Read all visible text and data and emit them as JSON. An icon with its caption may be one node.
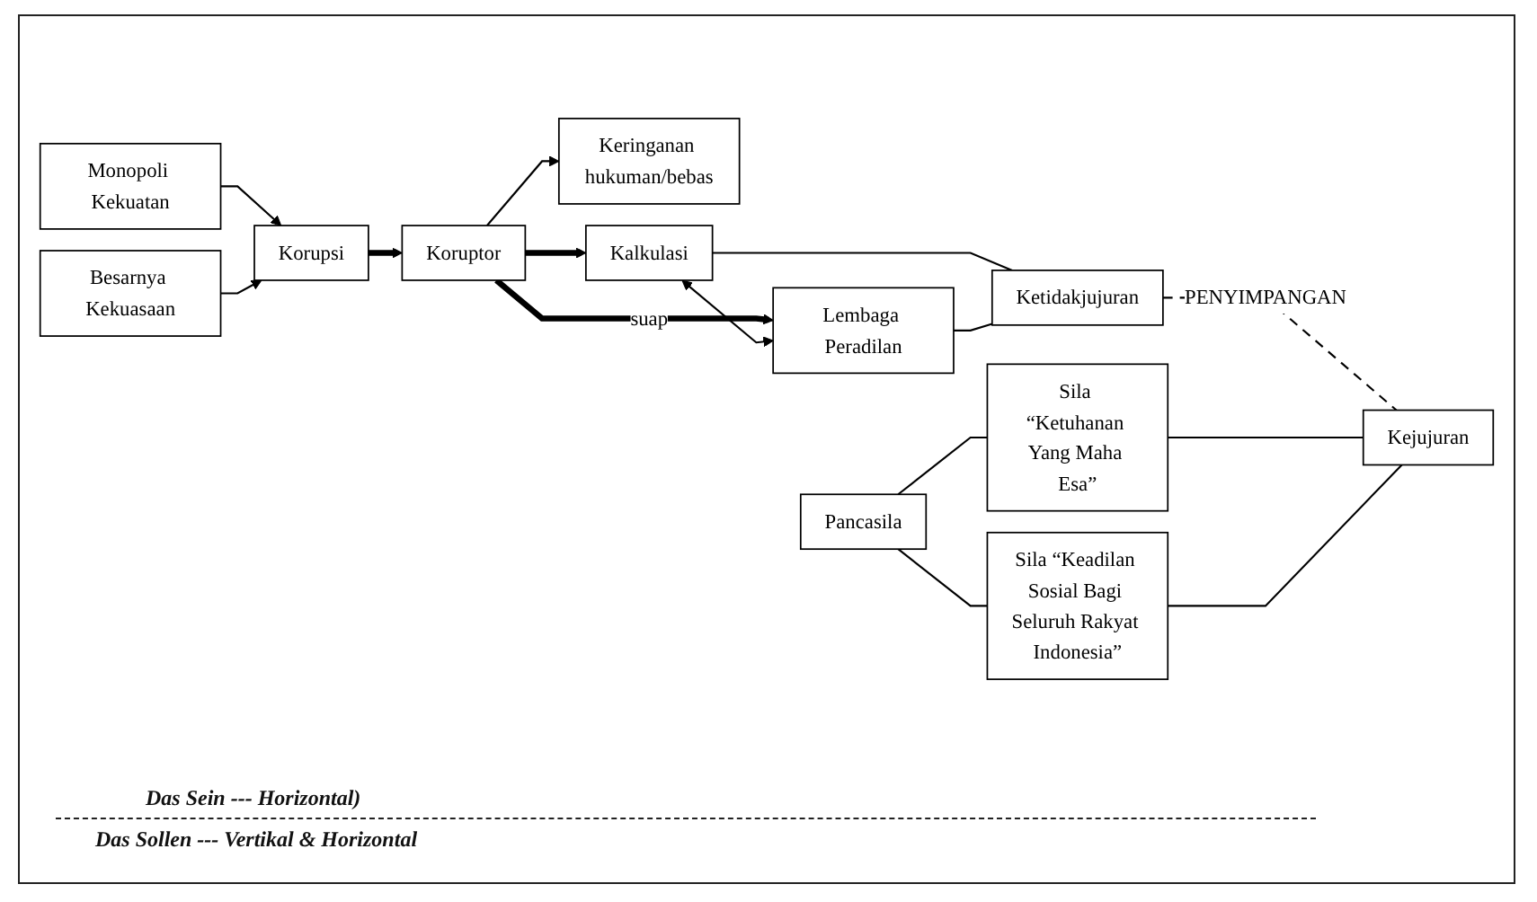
{
  "diagram": {
    "nodes": [
      {
        "text": [
          "Monopoli Kekuatan"
        ]
      },
      {
        "text": [
          "Korupsi"
        ]
      },
      {
        "text": [
          "Besarnya Kekuasaan"
        ]
      },
      {
        "text": [
          "Koruptor"
        ]
      },
      {
        "text": [
          "Kalkulasi"
        ]
      },
      {
        "text": [
          "Lembaga Peradilan"
        ]
      },
      {
        "text": [
          "Keringanan hukuman/bebas"
        ]
      },
      {
        "text": [
          "Ketidakjujuran"
        ]
      },
      {
        "text": [
          "Pancasila"
        ]
      },
      {
        "text": [
          "Sila “Ketuhanan Yang Maha Esa”"
        ]
      },
      {
        "text": [
          "Sila “Keadilan Sosial Bagi Seluruh Rakyat Indonesia”"
        ]
      },
      {
        "text": [
          "Kejujuran"
        ]
      }
    ],
    "edges": [
      {
        "from": 0,
        "to": 1,
        "arrow": "to"
      },
      {
        "from": 2,
        "to": 1,
        "arrow": "to"
      },
      {
        "from": 1,
        "to": 3,
        "arrow": "to",
        "style": "thick"
      },
      {
        "from": 3,
        "to": 4,
        "arrow": "to",
        "style": "thick"
      },
      {
        "from": 3,
        "to": 5,
        "arrow": "to",
        "label": "suap",
        "style": "thick"
      },
      {
        "from": 3,
        "to": 6,
        "arrow": "to"
      },
      {
        "from": 4,
        "to": 5,
        "arrow": "both"
      },
      {
        "from": 4,
        "to": 7,
        "arrow": "none"
      },
      {
        "from": 5,
        "to": 7,
        "arrow": "none"
      },
      {
        "from": 7,
        "to": 11,
        "arrow": "none",
        "label": "PENYIMPANGAN",
        "style": "dashed"
      },
      {
        "from": 8,
        "to": 9,
        "arrow": "none"
      },
      {
        "from": 8,
        "to": 10,
        "arrow": "none"
      },
      {
        "from": 9,
        "to": 11,
        "arrow": "none"
      },
      {
        "from": 10,
        "to": 11,
        "arrow": "none"
      }
    ],
    "labels": [
      "Das Sein --- Horizontal)",
      "Das Sollen --- Vertikal & Horizontal"
    ]
  }
}
